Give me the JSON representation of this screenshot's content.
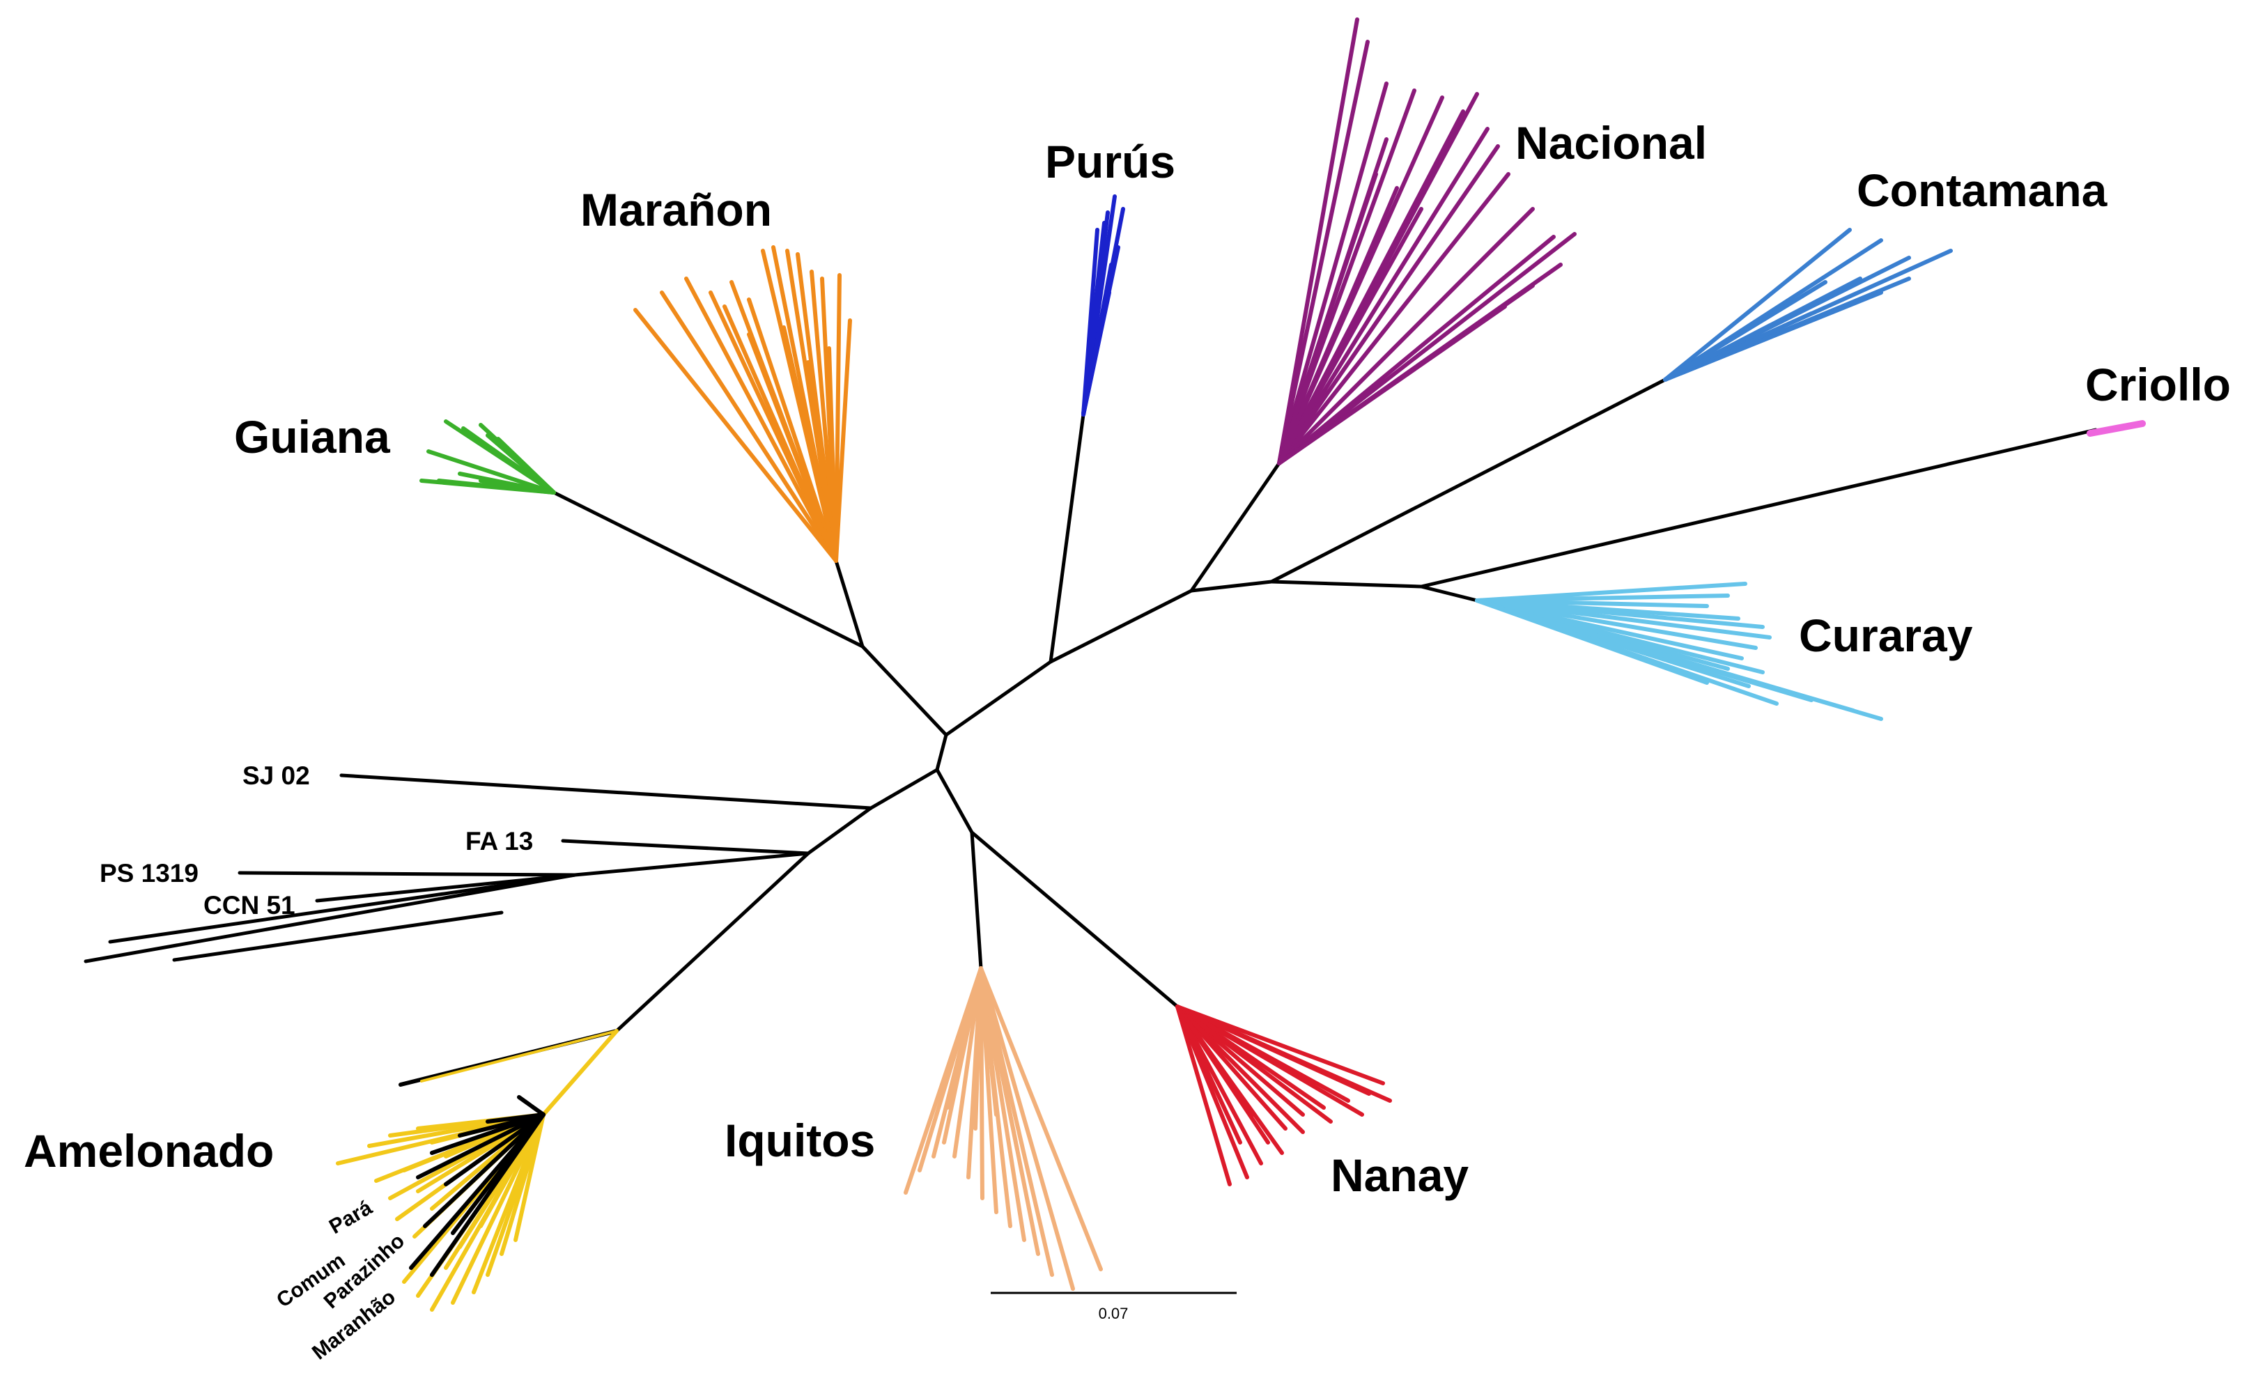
{
  "diagram": {
    "type": "unrooted phylogenetic tree",
    "groups": [
      {
        "name": "Purús",
        "color": "#1a22cc"
      },
      {
        "name": "Nacional",
        "color": "#8a1a7a"
      },
      {
        "name": "Marañon",
        "color": "#f08a1a"
      },
      {
        "name": "Contamana",
        "color": "#3a7fd0"
      },
      {
        "name": "Criollo",
        "color": "#ee66dd"
      },
      {
        "name": "Guiana",
        "color": "#3ab02a"
      },
      {
        "name": "Curaray",
        "color": "#66c4ea"
      },
      {
        "name": "Amelonado",
        "color": "#f2c81a"
      },
      {
        "name": "Iquitos",
        "color": "#f2b07a"
      },
      {
        "name": "Nanay",
        "color": "#dc1a2a"
      }
    ],
    "taxa": [
      "SJ 02",
      "FA 13",
      "PS 1319",
      "CCN 51"
    ],
    "amelonado_varieties": [
      "Pará",
      "Comum",
      "Parazinho",
      "Maranhão"
    ],
    "branch_color": "#000000",
    "scale_bar": {
      "label": "0.07"
    }
  }
}
